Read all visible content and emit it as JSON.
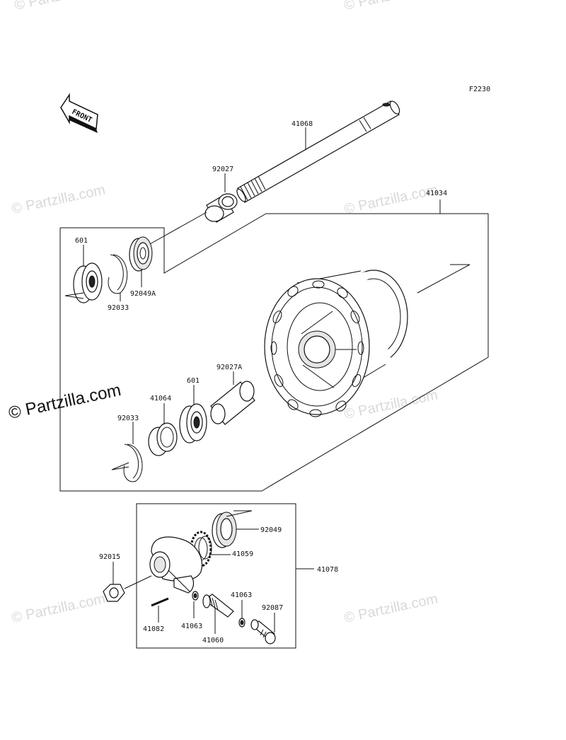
{
  "figure_code": "F2230",
  "front_marker": "FRONT",
  "watermarks": {
    "small": "© Partzilla.com",
    "large": "© Partzilla.com"
  },
  "callouts": {
    "axle": "41068",
    "collar_top": "92027",
    "hub": "41034",
    "bearing_left": "601",
    "seal_left": "92049A",
    "circlip_left": "92033",
    "collar_mid": "92027A",
    "bearing_mid": "601",
    "retainer": "41064",
    "circlip_mid": "92033",
    "seal_gear": "92049",
    "gear": "41059",
    "nut": "92015",
    "gearbox": "41078",
    "washer_a": "41063",
    "washer_b": "41063",
    "bush": "92087",
    "pin": "41082",
    "pinion": "41060"
  }
}
